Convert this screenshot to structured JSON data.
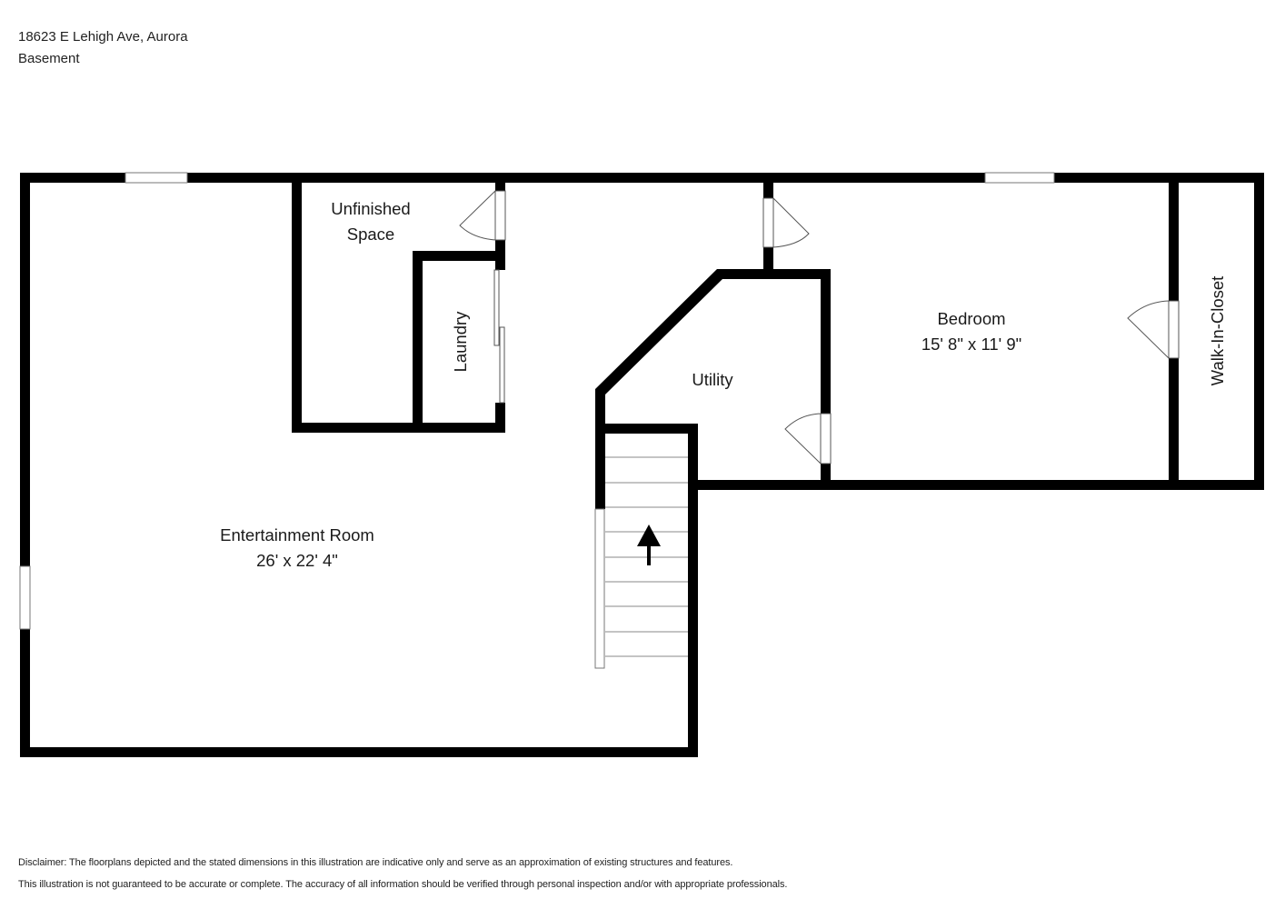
{
  "header": {
    "address": "18623 E Lehigh Ave, Aurora",
    "floor": "Basement"
  },
  "rooms": {
    "unfinished": {
      "name_line1": "Unfinished",
      "name_line2": "Space"
    },
    "laundry": {
      "name": "Laundry"
    },
    "utility": {
      "name": "Utility"
    },
    "bedroom": {
      "name": "Bedroom",
      "dimensions": "15' 8\" x 11' 9\""
    },
    "closet": {
      "name": "Walk-In-Closet"
    },
    "entertainment": {
      "name": "Entertainment Room",
      "dimensions": "26' x 22' 4\""
    }
  },
  "stairs": {
    "direction": "up",
    "icon": "arrow-up-icon",
    "tread_count": 9
  },
  "disclaimer": {
    "line1": "Disclaimer: The floorplans depicted and the stated dimensions in this illustration are indicative only and serve as an approximation of existing structures and features.",
    "line2": "This illustration is not guaranteed to be accurate or complete. The accuracy of all information should be verified through personal inspection and/or with appropriate professionals."
  },
  "colors": {
    "wall": "#000000",
    "background": "#ffffff",
    "door_line": "#555555"
  }
}
